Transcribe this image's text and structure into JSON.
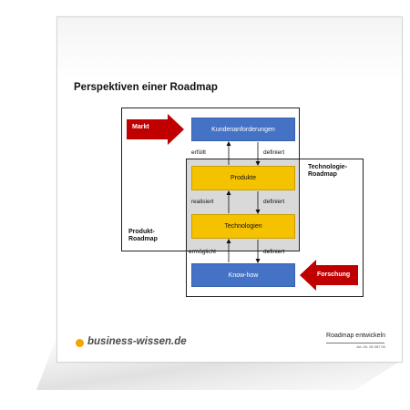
{
  "title": "Perspektiven einer Roadmap",
  "boxes": {
    "kundenanforderungen": "Kundenanforderungen",
    "produkte": "Produkte",
    "technologien": "Technologien",
    "knowhow": "Know-how"
  },
  "arrows": {
    "markt": "Markt",
    "forschung": "Forschung"
  },
  "labels": {
    "erfuellt": "erfüllt",
    "definiert_1": "definiert",
    "realisiert": "realisiert",
    "definiert_2": "definiert",
    "ermoeglicht": "ermöglicht",
    "definiert_3": "definiert"
  },
  "regions": {
    "produkt_roadmap": "Produkt-\nRoadmap",
    "technologie_roadmap": "Technologie-\nRoadmap"
  },
  "footer": {
    "logo": "business-wissen.de",
    "doc_title": "Roadmap entwickeln",
    "article_number": "Art.-Nr. 06 087 00"
  },
  "colors": {
    "blue_box": "#4472c4",
    "yellow_box": "#f5c200",
    "red_arrow": "#c00000",
    "grey_area": "#d9d9d9",
    "logo_dot": "#f5a300"
  }
}
